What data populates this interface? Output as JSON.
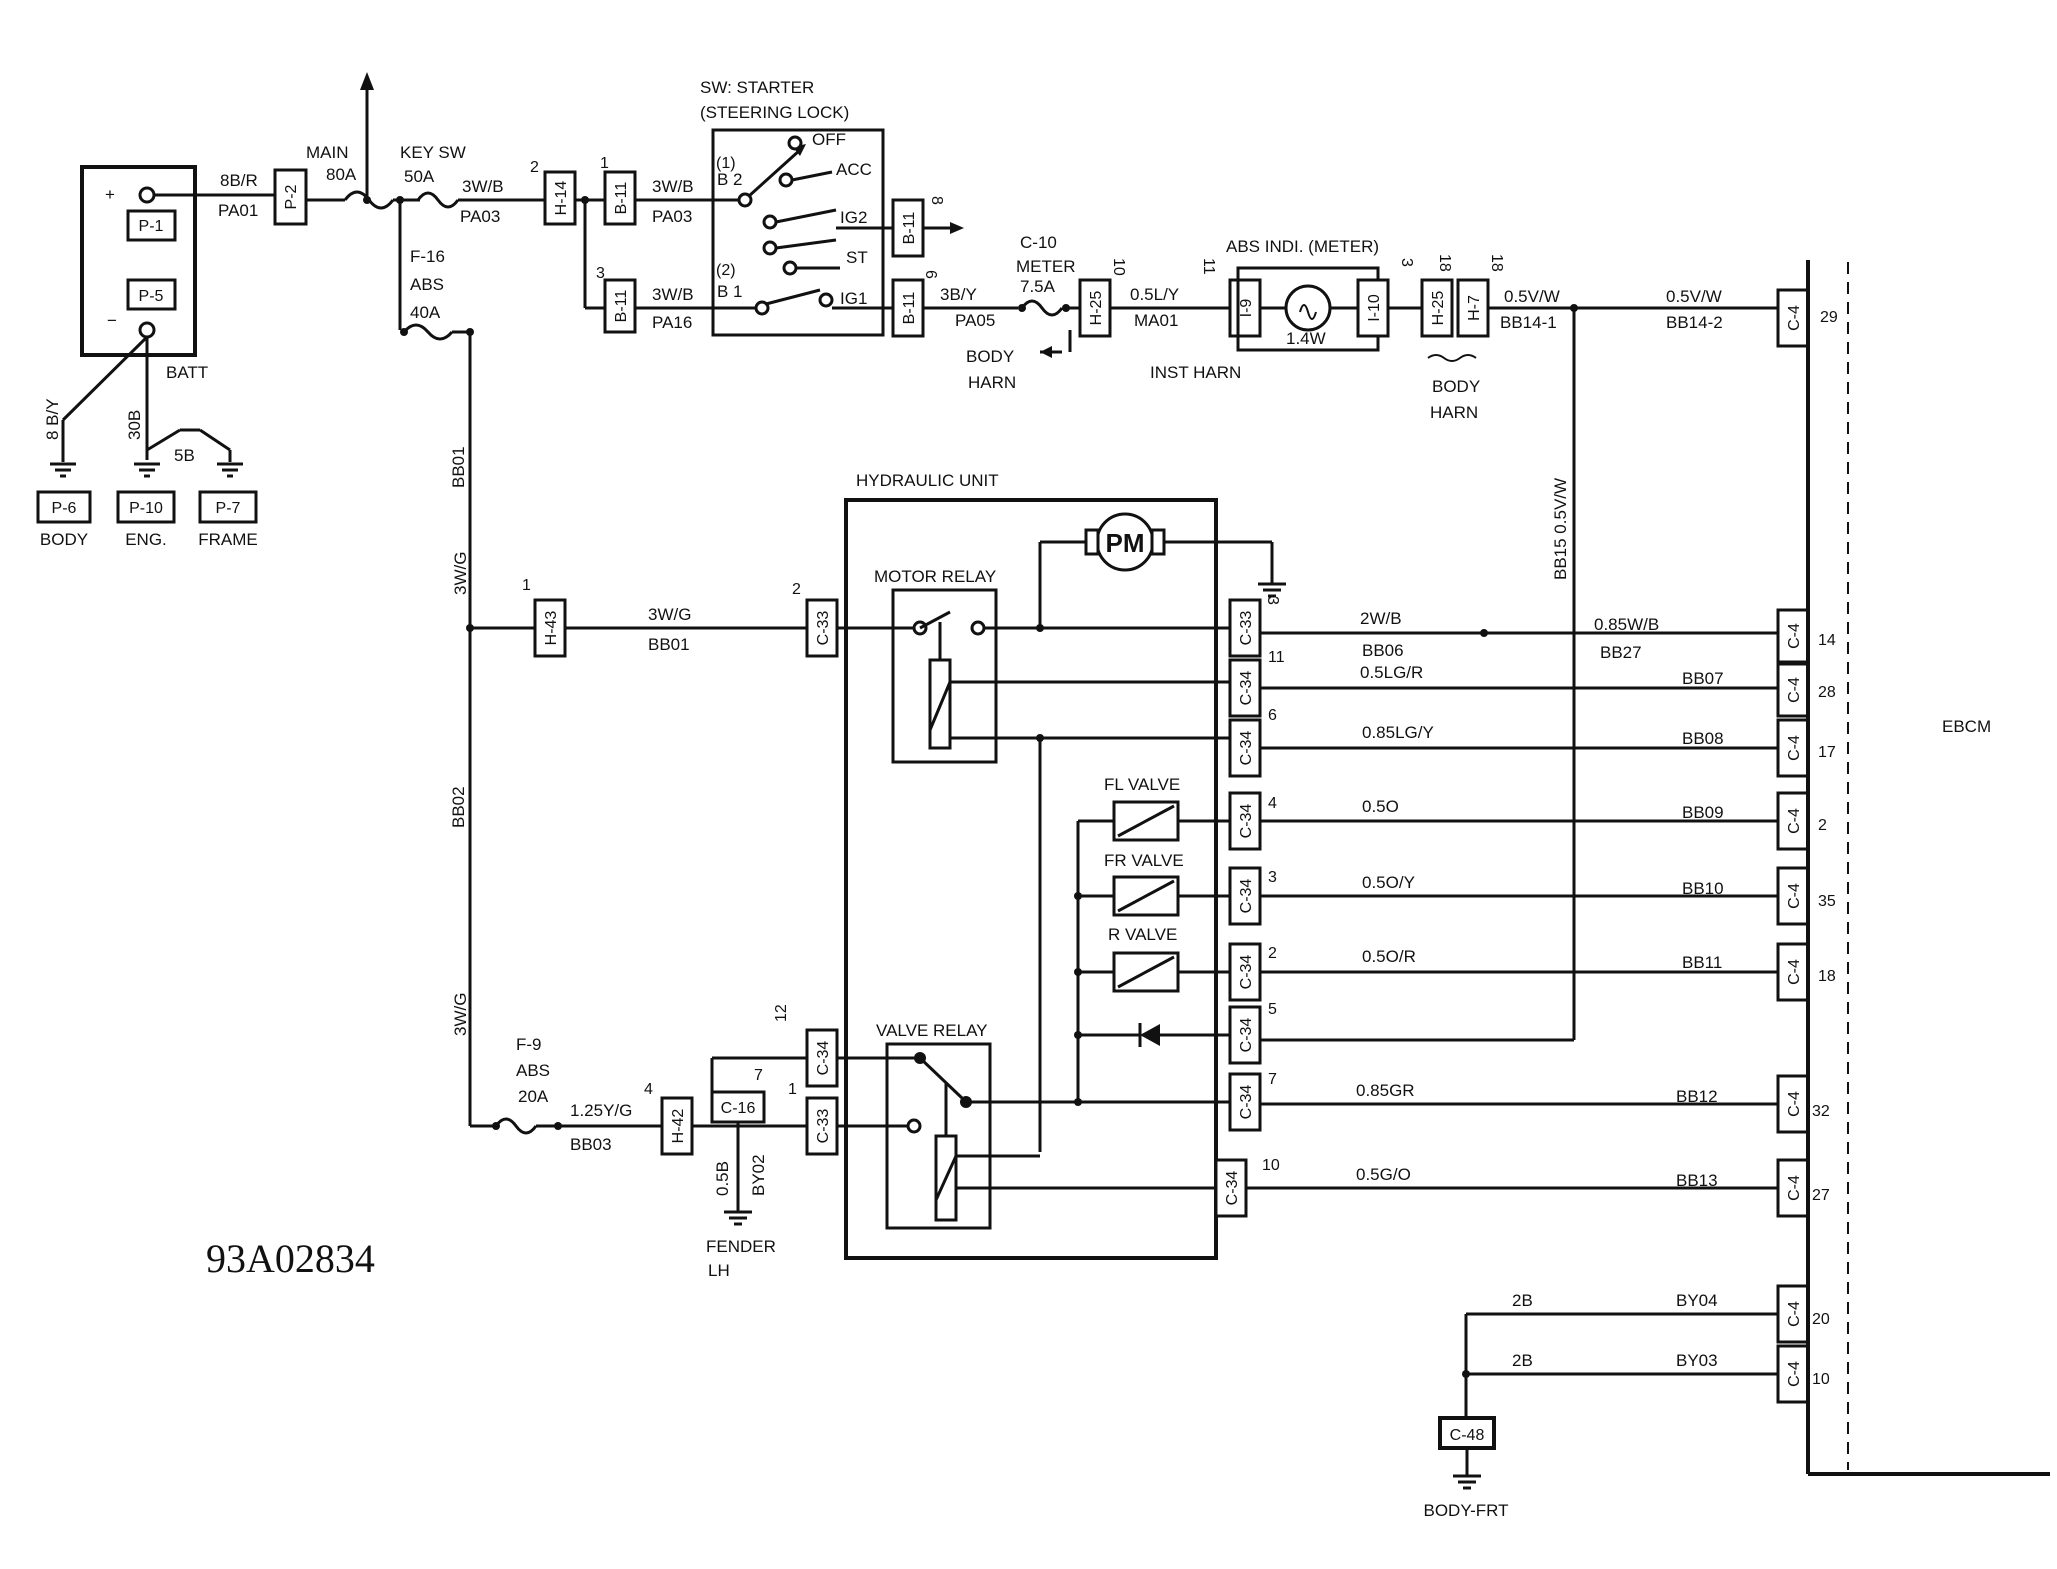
{
  "diagram_code": "93A02834",
  "battery": {
    "label": "BATT",
    "plus": "+",
    "minus": "−",
    "p1": "P-1",
    "p5": "P-5"
  },
  "grounds": [
    {
      "conn": "P-6",
      "name": "BODY"
    },
    {
      "conn": "P-10",
      "name": "ENG."
    },
    {
      "conn": "P-7",
      "name": "FRAME"
    }
  ],
  "ground_wires": {
    "body": "8 B/Y",
    "eng": "30B",
    "frame": "5B"
  },
  "main_wire": {
    "size": "8B/R",
    "circuit": "PA01"
  },
  "fuses": {
    "main": {
      "name": "MAIN",
      "rating": "80A"
    },
    "keysw": {
      "name": "KEY SW",
      "rating": "50A"
    },
    "f16": {
      "name": "F-16",
      "sys": "ABS",
      "rating": "40A"
    },
    "c10": {
      "name": "C-10",
      "sys": "METER",
      "rating": "7.5A"
    },
    "f9": {
      "name": "F-9",
      "sys": "ABS",
      "rating": "20A"
    }
  },
  "starter": {
    "title1": "SW: STARTER",
    "title2": "(STEERING LOCK)",
    "term_b2": "B 2",
    "term_b1": "B 1",
    "pin1": "(1)",
    "pin2": "(2)",
    "positions": [
      "OFF",
      "ACC",
      "IG2",
      "ST",
      "IG1"
    ]
  },
  "connectors": {
    "p2": "P-2",
    "h14": "H-14",
    "b11": "B-11",
    "h25": "H-25",
    "h7": "H-7",
    "i9": "I-9",
    "i10": "I-10",
    "h43": "H-43",
    "h42": "H-42",
    "c33": "C-33",
    "c34": "C-34",
    "c16": "C-16",
    "c4": "C-4",
    "c48": "C-48"
  },
  "pins": {
    "h14": "2",
    "b11a": "1",
    "b11b": "3",
    "b11c": "8",
    "b11d": "6",
    "h25a": "10",
    "i9": "11",
    "i10": "3",
    "h25b": "18",
    "h7": "18",
    "h43": "1",
    "c33a": "2",
    "h42": "4",
    "c34a": "12",
    "c34b": "1",
    "c16": "7"
  },
  "wires": {
    "pa03a": {
      "size": "3W/B",
      "circuit": "PA03"
    },
    "pa03b": {
      "size": "3W/B",
      "circuit": "PA03"
    },
    "pa16": {
      "size": "3W/B",
      "circuit": "PA16"
    },
    "pa05": {
      "size": "3B/Y",
      "circuit": "PA05"
    },
    "ma01": {
      "size": "0.5L/Y",
      "circuit": "MA01"
    },
    "bb141": {
      "size": "0.5V/W",
      "circuit": "BB14-1"
    },
    "bb142": {
      "size": "0.5V/W",
      "circuit": "BB14-2"
    },
    "bb15": "BB15  0.5V/W",
    "bb01v": "BB01",
    "wg1": "3W/G",
    "bb01h": {
      "size": "3W/G",
      "circuit": "BB01"
    },
    "bb02": "BB02",
    "wg2": "3W/G",
    "bb03": {
      "size": "1.25Y/G",
      "circuit": "BB03"
    },
    "by02": {
      "size": "0.5B",
      "circuit": "BY02"
    }
  },
  "harness": {
    "body1": "BODY",
    "harn1": "HARN",
    "inst": "INST HARN",
    "body2": "BODY",
    "harn2": "HARN",
    "fender1": "FENDER",
    "fender2": "LH",
    "body_frt": "BODY-FRT"
  },
  "meter": {
    "title": "ABS INDI. (METER)",
    "bulb": "1.4W"
  },
  "hydraulic_unit": {
    "title": "HYDRAULIC UNIT",
    "motor": "PM",
    "motor_relay": "MOTOR RELAY",
    "valve_relay": "VALVE RELAY",
    "valves": [
      "FL VALVE",
      "FR VALVE",
      "R VALVE"
    ]
  },
  "ebcm": {
    "label": "EBCM"
  },
  "ebcm_lines": [
    {
      "pin_in": "3",
      "conn_in": "C-33",
      "size": "2W/B",
      "circuit_l": "BB06",
      "size2": "0.85W/B",
      "circuit": "BB27",
      "pin": "14"
    },
    {
      "pin_in": "11",
      "conn_in": "C-34",
      "size": "0.5LG/R",
      "circuit": "BB07",
      "pin": "28"
    },
    {
      "pin_in": "6",
      "conn_in": "C-34",
      "size": "0.85LG/Y",
      "circuit": "BB08",
      "pin": "17"
    },
    {
      "pin_in": "4",
      "conn_in": "C-34",
      "size": "0.5O",
      "circuit": "BB09",
      "pin": "2"
    },
    {
      "pin_in": "3",
      "conn_in": "C-34",
      "size": "0.5O/Y",
      "circuit": "BB10",
      "pin": "35"
    },
    {
      "pin_in": "2",
      "conn_in": "C-34",
      "size": "0.5O/R",
      "circuit": "BB11",
      "pin": "18"
    },
    {
      "pin_in": "5",
      "conn_in": "C-34"
    },
    {
      "pin_in": "7",
      "conn_in": "C-34",
      "size": "0.85GR",
      "circuit": "BB12",
      "pin": "32"
    },
    {
      "pin_in": "10",
      "conn_in": "C-34",
      "size": "0.5G/O",
      "circuit": "BB13",
      "pin": "27"
    }
  ],
  "ebcm_pin29": "29",
  "grounds_ebcm": [
    {
      "size": "2B",
      "circuit": "BY04",
      "pin": "20"
    },
    {
      "size": "2B",
      "circuit": "BY03",
      "pin": "10"
    }
  ]
}
